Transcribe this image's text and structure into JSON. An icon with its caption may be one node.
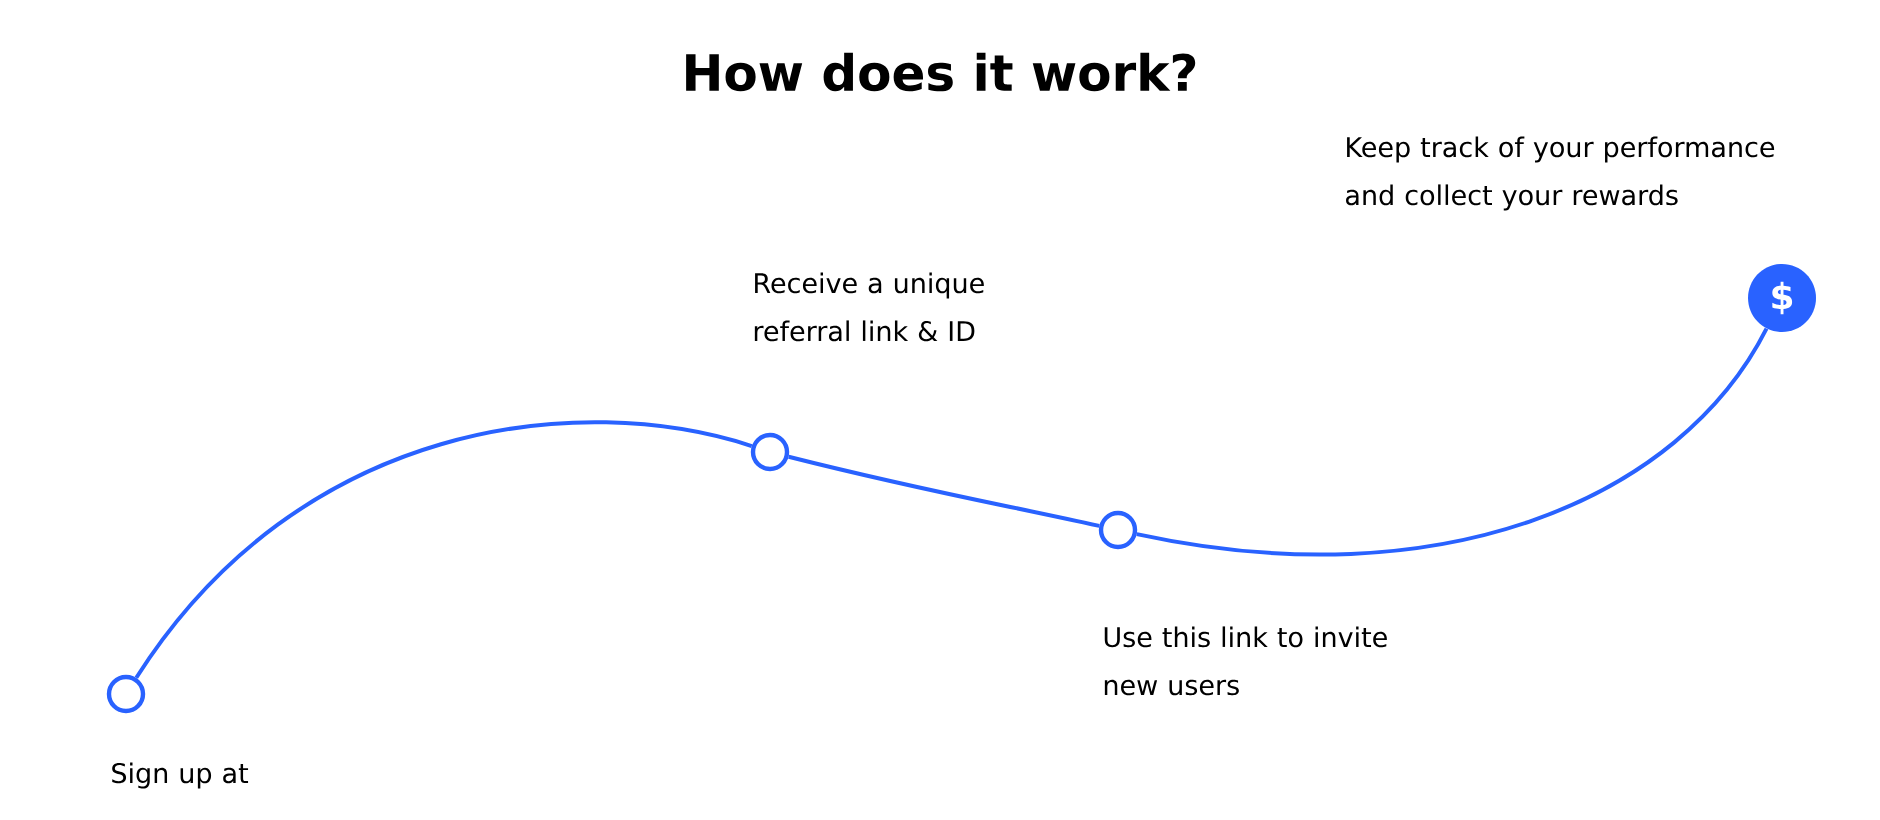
{
  "diagram": {
    "title": "How does it work?",
    "nodes": [
      {
        "text": [],
        "shape": "circle",
        "beside": [
          "Sign up at"
        ]
      },
      {
        "text": [],
        "shape": "circle",
        "beside": [
          "Receive a unique referral link & ID"
        ]
      },
      {
        "text": [],
        "shape": "circle",
        "beside": [
          "Use this link to invite new users"
        ]
      },
      {
        "text": [
          "$"
        ],
        "beside": [
          "Keep track of your performance and collect your rewards"
        ]
      }
    ],
    "edges": [
      {
        "from": 0,
        "to": 1,
        "arrow": "none"
      },
      {
        "from": 1,
        "to": 2,
        "arrow": "none"
      },
      {
        "from": 2,
        "to": 3,
        "arrow": "none"
      }
    ]
  }
}
